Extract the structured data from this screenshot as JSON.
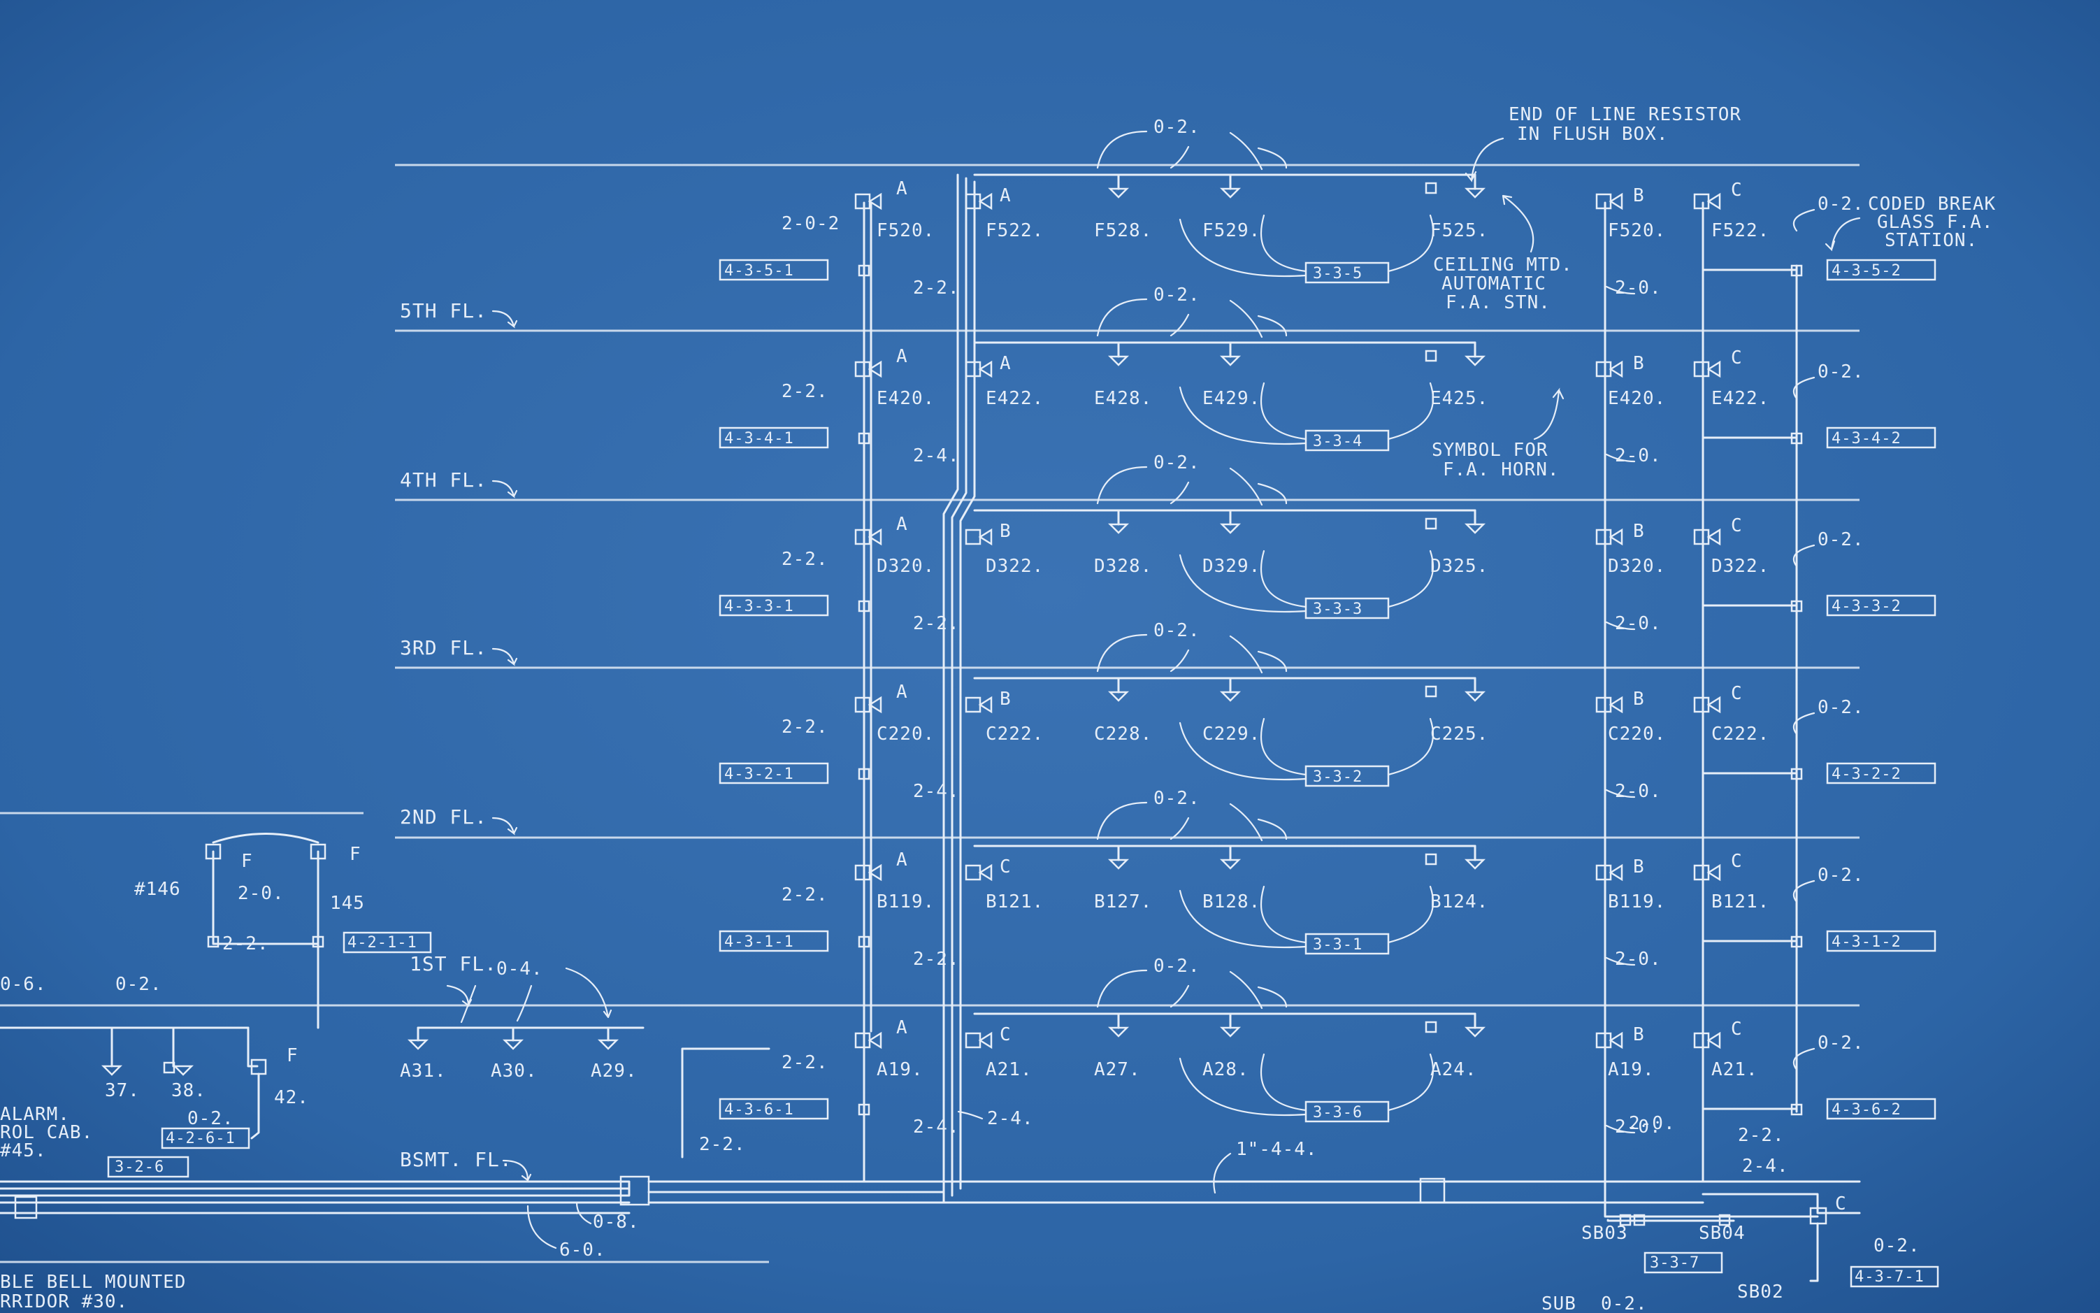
{
  "floors": [
    {
      "label": "5TH FL."
    },
    {
      "label": "4TH FL."
    },
    {
      "label": "3RD FL."
    },
    {
      "label": "2ND FL."
    },
    {
      "label": "1ST FL."
    },
    {
      "label": "BSMT. FL."
    }
  ],
  "notes": {
    "end_of_line_1": "END OF LINE RESISTOR",
    "end_of_line_2": "IN FLUSH BOX.",
    "ceiling_1": "CEILING MTD.",
    "ceiling_2": "AUTOMATIC",
    "ceiling_3": "F.A. STN.",
    "symbol_horn_1": "SYMBOL FOR",
    "symbol_horn_2": "F.A. HORN.",
    "coded_1": "CODED BREAK",
    "coded_2": "GLASS F.A.",
    "coded_3": "STATION.",
    "bell_1": "BLE BELL MOUNTED",
    "bell_2": "RRIDOR #30.",
    "alarm_1": "ALARM.",
    "alarm_2": "ROL CAB.",
    "alarm_3": "#45.",
    "sub": "SUB"
  },
  "rows": [
    {
      "left_tag": "4-3-5-1",
      "right_tag": "4-3-5-2",
      "group_tag": "3-3-5",
      "a_label": "F520.",
      "a_wire": "2-0-2",
      "v2_wire": "2-2.",
      "col2": "F522.",
      "col2_letter": "A",
      "d1": "F528.",
      "d2": "F529.",
      "d3": "F525.",
      "top_wire": "0-2.",
      "b_label": "F520.",
      "c_label": "F522.",
      "bc_wire": "2-0."
    },
    {
      "left_tag": "4-3-4-1",
      "right_tag": "4-3-4-2",
      "group_tag": "3-3-4",
      "a_label": "E420.",
      "a_wire": "2-2.",
      "v2_wire": "2-4.",
      "col2": "E422.",
      "col2_letter": "A",
      "d1": "E428.",
      "d2": "E429.",
      "d3": "E425.",
      "top_wire": "0-2.",
      "b_label": "E420.",
      "c_label": "E422.",
      "bc_wire": "2-0."
    },
    {
      "left_tag": "4-3-3-1",
      "right_tag": "4-3-3-2",
      "group_tag": "3-3-3",
      "a_label": "D320.",
      "a_wire": "2-2.",
      "v2_wire": "2-2.",
      "col2": "D322.",
      "col2_letter": "B",
      "d1": "D328.",
      "d2": "D329.",
      "d3": "D325.",
      "top_wire": "0-2.",
      "b_label": "D320.",
      "c_label": "D322.",
      "bc_wire": "2-0."
    },
    {
      "left_tag": "4-3-2-1",
      "right_tag": "4-3-2-2",
      "group_tag": "3-3-2",
      "a_label": "C220.",
      "a_wire": "2-2.",
      "v2_wire": "2-4.",
      "col2": "C222.",
      "col2_letter": "B",
      "d1": "C228.",
      "d2": "C229.",
      "d3": "C225.",
      "top_wire": "0-2.",
      "b_label": "C220.",
      "c_label": "C222.",
      "bc_wire": "2-0."
    },
    {
      "left_tag": "4-3-1-1",
      "right_tag": "4-3-1-2",
      "group_tag": "3-3-1",
      "a_label": "B119.",
      "a_wire": "2-2.",
      "v2_wire": "2-2.",
      "col2": "B121.",
      "col2_letter": "C",
      "d1": "B127.",
      "d2": "B128.",
      "d3": "B124.",
      "top_wire": "0-2.",
      "b_label": "B119.",
      "c_label": "B121.",
      "bc_wire": "2-0."
    },
    {
      "left_tag": "4-3-6-1",
      "right_tag": "4-3-6-2",
      "group_tag": "3-3-6",
      "a_label": "A19.",
      "a_wire": "2-2.",
      "v2_wire": "2-4.",
      "col2": "A21.",
      "col2_letter": "C",
      "d1": "A27.",
      "d2": "A28.",
      "d3": "A24.",
      "top_wire": "0-2.",
      "b_label": "A19.",
      "c_label": "A21.",
      "bc_wire": "2-0."
    }
  ],
  "first_floor": {
    "s1": "A31.",
    "s2": "A30.",
    "s3": "A29.",
    "wire": "0-4."
  },
  "left_group": {
    "b146": "#146",
    "b145": "145",
    "wire20": "2-0.",
    "wire22": "2-2.",
    "tag": "4-2-1-1",
    "f_label": "F",
    "d37": "37.",
    "d38": "38.",
    "wire02": "0-2.",
    "wire06": "0-6.",
    "n42": "42.",
    "tag2": "4-2-6-1",
    "tag3": "3-2-6",
    "wire02b": "0-2."
  },
  "basement": {
    "w1": "1\"-4-4.",
    "w2": "0-8.",
    "w3": "6-0.",
    "w4": "2-2.",
    "w5": "2-4.",
    "w6": "2-2.",
    "sb03": "SB03",
    "sb04": "SB04",
    "sb02": "SB02",
    "tag_group": "3-3-7",
    "tag_right": "4-3-7-1",
    "wire02": "0-2.",
    "sub_wire": "0-2."
  },
  "right_col_wire": "0-2.",
  "misc": {
    "wire2_2_bsmt": "2-2.",
    "wire2_4_bsmt": "2-4.",
    "wire2_0_bsmt": "2-0.",
    "wire2_2_r": "2-2.",
    "wire2_4_r": "2-4.",
    "letter_f": "F",
    "letter_a": "A",
    "letter_b": "B",
    "letter_c": "C"
  }
}
